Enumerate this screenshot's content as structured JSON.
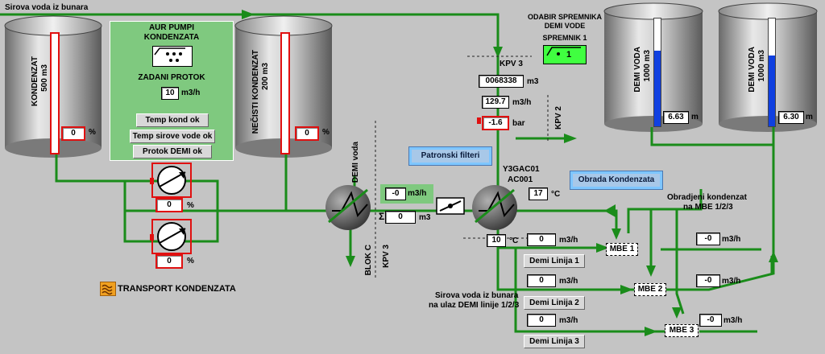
{
  "top_line_label": "Sirova voda iz bunara",
  "tanks": {
    "kondenzat": {
      "name": "KONDENZAT",
      "capacity": "500 m3",
      "level_value": "0",
      "unit": "%",
      "level_fraction": 0.0
    },
    "necisti": {
      "name": "NEČISTI KONDENZAT",
      "capacity": "200 m3",
      "level_value": "0",
      "unit": "%",
      "level_fraction": 0.0
    },
    "demi1": {
      "name": "DEMI VODA",
      "capacity": "1000 m3",
      "level_value": "6.63",
      "unit": "m",
      "level_fraction": 0.7
    },
    "demi2": {
      "name": "DEMI VODA",
      "capacity": "1000 m3",
      "level_value": "6.30",
      "unit": "m",
      "level_fraction": 0.66
    }
  },
  "aur_panel": {
    "title_line1": "AUR PUMPI",
    "title_line2": "KONDENZATA",
    "setpoint_label": "ZADANI PROTOK",
    "setpoint_value": "10",
    "setpoint_unit": "m3/h",
    "btn_temp_kond": "Temp kond ok",
    "btn_temp_sirove": "Temp sirove vode ok",
    "btn_protok_demi": "Protok DEMI ok"
  },
  "pumps": {
    "pump1_value": "0",
    "pump1_unit": "%",
    "pump2_value": "0",
    "pump2_unit": "%"
  },
  "transport_label": "TRANSPORT KONDENZATA",
  "hx1": {
    "demi_label": "DEMI voda",
    "flow_value": "-0",
    "flow_unit": "m3/h",
    "sum_symbol": "Σ",
    "sum_value": "0",
    "sum_unit": "m3",
    "blok_label": "BLOK C",
    "kpv_label": "KPV 3"
  },
  "filter_button": "Patronski filteri",
  "hx2": {
    "tag1": "Y3GAC01",
    "tag2": "AC001",
    "temp_top_value": "17",
    "temp_top_unit": "°C",
    "temp_bottom_value": "10",
    "temp_bottom_unit": "°C"
  },
  "kpv3": {
    "label": "KPV 3",
    "total_value": "0068338",
    "total_unit": "m3",
    "flow_value": "129.7",
    "flow_unit": "m3/h",
    "pressure_value": "-1.6",
    "pressure_unit": "bar"
  },
  "kpv2_label": "KPV 2",
  "spremnik": {
    "title_line1": "ODABIR SPREMNIKA",
    "title_line2": "DEMI VODE",
    "label": "SPREMNIK 1",
    "value": "1"
  },
  "obrada_button": "Obrada Kondenzata",
  "obradjeni_label_line1": "Obradjeni kondenzat",
  "obradjeni_label_line2": "na MBE 1/2/3",
  "sirova_ulaz_line1": "Sirova voda iz bunara",
  "sirova_ulaz_line2": "na ulaz DEMI linije 1/2/3",
  "demi_lines": [
    {
      "flow_value": "0",
      "flow_unit": "m3/h",
      "label": "Demi Linija 1"
    },
    {
      "flow_value": "0",
      "flow_unit": "m3/h",
      "label": "Demi Linija 2"
    },
    {
      "flow_value": "0",
      "flow_unit": "m3/h",
      "label": "Demi Linija 3"
    }
  ],
  "mbe_units": [
    {
      "label": "MBE 1",
      "flow_value": "-0",
      "flow_unit": "m3/h"
    },
    {
      "label": "MBE 2",
      "flow_value": "-0",
      "flow_unit": "m3/h"
    },
    {
      "label": "MBE 3",
      "flow_value": "-0",
      "flow_unit": "m3/h"
    }
  ],
  "colors": {
    "pipe": "#1a8c1a",
    "alarm_red": "#e01010",
    "panel_green": "#7fc97f",
    "demi_blue": "#1040e0",
    "select_green": "#40ff40"
  }
}
